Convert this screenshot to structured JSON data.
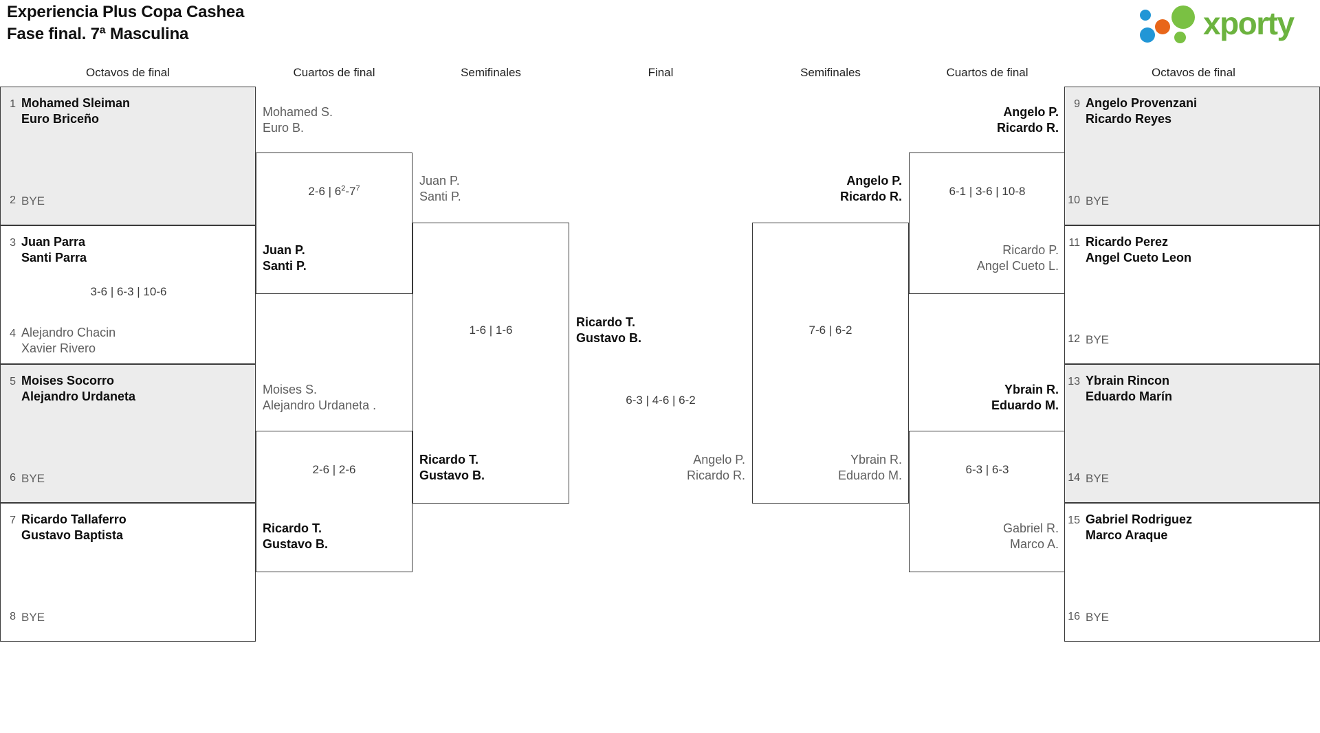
{
  "header": {
    "title_line1": "Experiencia Plus Copa Cashea",
    "title_line2": "Fase final. 7ª Masculina",
    "logo_text": "xporty",
    "logo_colors": {
      "green": "#6cb33f",
      "blue": "#2196d6",
      "orange": "#e8661a"
    }
  },
  "round_labels": {
    "left_octavos": "Octavos de final",
    "left_cuartos": "Cuartos de final",
    "left_semis": "Semifinales",
    "final": "Final",
    "right_semis": "Semifinales",
    "right_cuartos": "Cuartos de final",
    "right_octavos": "Octavos de final"
  },
  "bracket": {
    "left_octavos": [
      {
        "seed": "1",
        "line1": "Mohamed Sleiman",
        "line2": "Euro Briceño",
        "status": "winner",
        "shaded": true
      },
      {
        "seed": "2",
        "line1": "BYE",
        "line2": "",
        "status": "bye",
        "shaded": true
      },
      {
        "seed": "3",
        "line1": "Juan Parra",
        "line2": "Santi Parra",
        "status": "winner",
        "shaded": false
      },
      {
        "seed": "4",
        "line1": "Alejandro Chacin",
        "line2": "Xavier Rivero",
        "status": "loser",
        "shaded": false
      },
      {
        "seed": "5",
        "line1": "Moises Socorro",
        "line2": "Alejandro Urdaneta",
        "status": "winner",
        "shaded": true
      },
      {
        "seed": "6",
        "line1": "BYE",
        "line2": "",
        "status": "bye",
        "shaded": true
      },
      {
        "seed": "7",
        "line1": "Ricardo Tallaferro",
        "line2": "Gustavo Baptista",
        "status": "winner",
        "shaded": false
      },
      {
        "seed": "8",
        "line1": "BYE",
        "line2": "",
        "status": "bye",
        "shaded": false
      }
    ],
    "right_octavos": [
      {
        "seed": "9",
        "line1": "Angelo Provenzani",
        "line2": "Ricardo Reyes",
        "status": "winner",
        "shaded": true
      },
      {
        "seed": "10",
        "line1": "BYE",
        "line2": "",
        "status": "bye",
        "shaded": true
      },
      {
        "seed": "11",
        "line1": "Ricardo Perez",
        "line2": "Angel Cueto Leon",
        "status": "winner",
        "shaded": false
      },
      {
        "seed": "12",
        "line1": "BYE",
        "line2": "",
        "status": "bye",
        "shaded": false
      },
      {
        "seed": "13",
        "line1": "Ybrain Rincon",
        "line2": "Eduardo Marín",
        "status": "winner",
        "shaded": true
      },
      {
        "seed": "14",
        "line1": "BYE",
        "line2": "",
        "status": "bye",
        "shaded": true
      },
      {
        "seed": "15",
        "line1": "Gabriel Rodriguez",
        "line2": "Marco Araque",
        "status": "winner",
        "shaded": false
      },
      {
        "seed": "16",
        "line1": "BYE",
        "line2": "",
        "status": "bye",
        "shaded": false
      }
    ],
    "left_octavos_scores": {
      "match_1_2": "",
      "match_3_4": "3-6 | 6-3 | 10-6",
      "match_5_6": "",
      "match_7_8": ""
    },
    "left_cuartos": [
      {
        "line1": "Mohamed S.",
        "line2": "Euro B.",
        "status": "loser"
      },
      {
        "line1": "Juan P.",
        "line2": "Santi P.",
        "status": "winner"
      },
      {
        "line1": "Moises S.",
        "line2": "Alejandro Urdaneta .",
        "status": "loser"
      },
      {
        "line1": "Ricardo T.",
        "line2": "Gustavo B.",
        "status": "winner"
      }
    ],
    "left_cuartos_scores": {
      "top": {
        "pre": "2-6 | 6",
        "sup1": "2",
        "mid": "-7",
        "sup2": "7"
      },
      "bottom": "2-6 | 2-6"
    },
    "left_semis": [
      {
        "line1": "Juan P.",
        "line2": "Santi P.",
        "status": "loser"
      },
      {
        "line1": "Ricardo T.",
        "line2": "Gustavo B.",
        "status": "winner"
      }
    ],
    "left_semis_score": "1-6 | 1-6",
    "final": {
      "left_finalist": {
        "line1": "Ricardo T.",
        "line2": "Gustavo B.",
        "status": "winner"
      },
      "right_finalist": {
        "line1": "Angelo P.",
        "line2": "Ricardo R.",
        "status": "loser"
      },
      "score": "6-3 | 4-6 | 6-2"
    },
    "right_semis": [
      {
        "line1": "Angelo P.",
        "line2": "Ricardo R.",
        "status": "winner"
      },
      {
        "line1": "Ybrain R.",
        "line2": "Eduardo M.",
        "status": "loser"
      }
    ],
    "right_semis_score": "7-6 | 6-2",
    "right_cuartos": [
      {
        "line1": "Angelo P.",
        "line2": "Ricardo R.",
        "status": "winner"
      },
      {
        "line1": "Ricardo P.",
        "line2": "Angel Cueto L.",
        "status": "loser"
      },
      {
        "line1": "Ybrain R.",
        "line2": "Eduardo M.",
        "status": "winner"
      },
      {
        "line1": "Gabriel R.",
        "line2": "Marco A.",
        "status": "loser"
      }
    ],
    "right_cuartos_scores": {
      "top": "6-1 | 3-6 | 10-8",
      "bottom": "6-3 | 6-3"
    }
  }
}
